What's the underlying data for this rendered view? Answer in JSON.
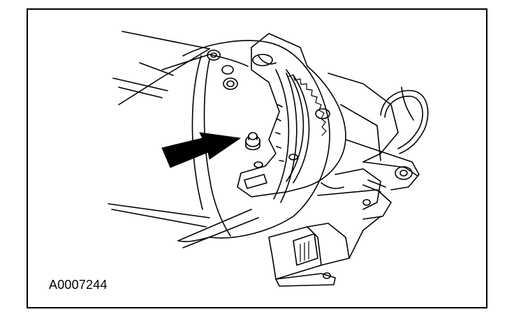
{
  "figure": {
    "id_label": "A0007244"
  },
  "colors": {
    "line": "#000000",
    "background": "#ffffff"
  },
  "callouts": [
    {
      "type": "arrow",
      "points_to": "bolt"
    }
  ]
}
